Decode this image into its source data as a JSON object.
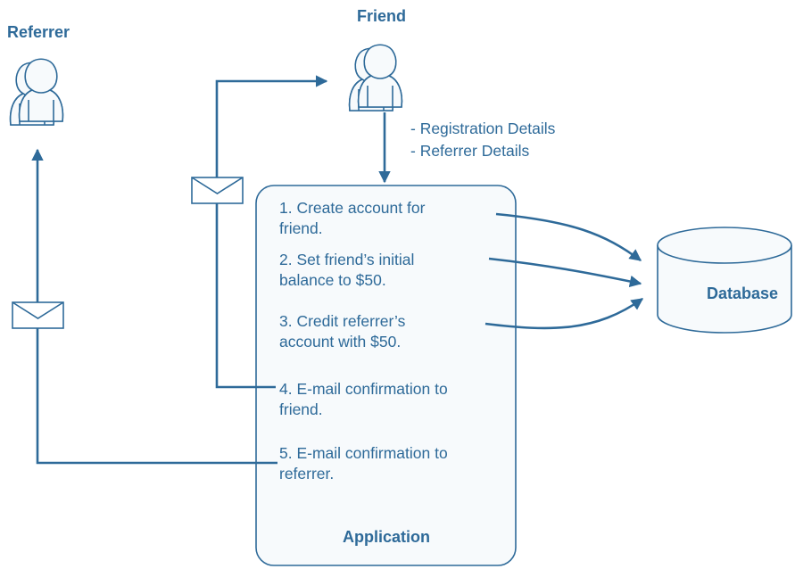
{
  "actors": {
    "referrer": {
      "label": "Referrer"
    },
    "friend": {
      "label": "Friend"
    }
  },
  "friend_data_note": [
    "- Registration Details",
    "- Referrer Details"
  ],
  "application": {
    "label": "Application",
    "steps": [
      [
        "1. Create account for",
        "friend."
      ],
      [
        "2. Set friend’s initial",
        "balance to $50."
      ],
      [
        "3. Credit referrer’s",
        "account with $50."
      ],
      [
        "4. E-mail confirmation to",
        "friend."
      ],
      [
        "5. E-mail confirmation to",
        "referrer."
      ]
    ]
  },
  "database": {
    "label": "Database"
  },
  "colors": {
    "stroke": "#2e6a99",
    "text": "#2e6a99",
    "fill": "#f7fafc"
  },
  "icons": [
    "person-icon",
    "envelope-icon",
    "database-icon"
  ]
}
